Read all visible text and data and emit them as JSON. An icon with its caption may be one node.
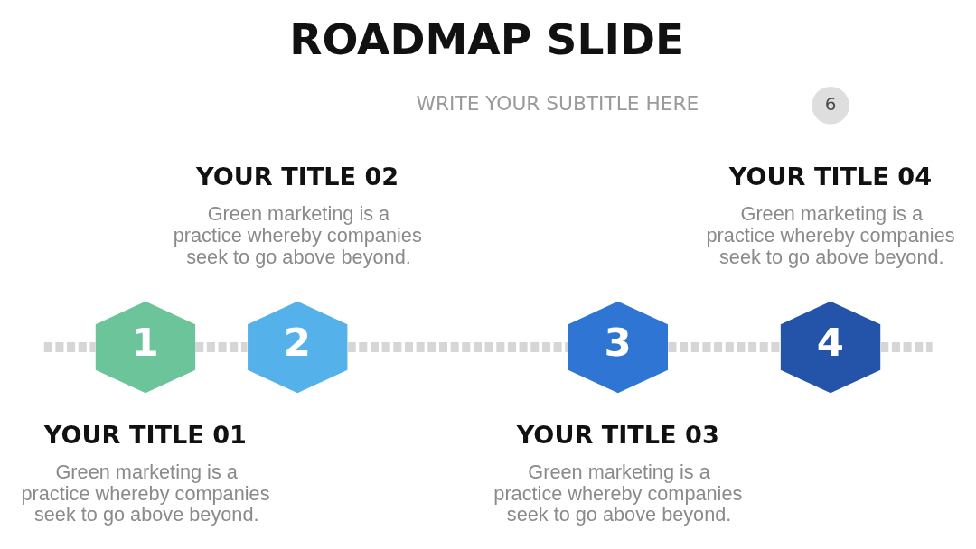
{
  "diagram": {
    "title": "ROADMAP SLIDE",
    "nodes": [
      {
        "text": [
          "6"
        ]
      },
      {
        "text": [
          "1"
        ],
        "beside": [
          "YOUR TITLE 01",
          "Green marketing is a practice whereby companies seek to go above beyond."
        ]
      },
      {
        "text": [
          "2"
        ],
        "beside": [
          "YOUR TITLE 02",
          "Green marketing is a practice whereby companies seek to go above beyond."
        ]
      },
      {
        "text": [
          "3"
        ],
        "beside": [
          "YOUR TITLE 03",
          "Green marketing is a practice whereby companies seek to go above beyond."
        ]
      },
      {
        "text": [
          "4"
        ],
        "beside": [
          "YOUR TITLE 04",
          "Green marketing is a practice whereby companies seek to go above beyond."
        ]
      }
    ],
    "edges": [
      {
        "from": null,
        "to": 1,
        "arrow": "none",
        "style": "dashed"
      },
      {
        "from": 1,
        "to": 2,
        "arrow": "none",
        "style": "dashed"
      },
      {
        "from": 2,
        "to": 3,
        "arrow": "none",
        "style": "dashed"
      },
      {
        "from": 3,
        "to": 4,
        "arrow": "none",
        "style": "dashed"
      },
      {
        "from": 4,
        "to": null,
        "arrow": "none",
        "style": "dashed"
      }
    ],
    "labels": [
      "WRITE YOUR SUBTITLE HERE"
    ]
  }
}
